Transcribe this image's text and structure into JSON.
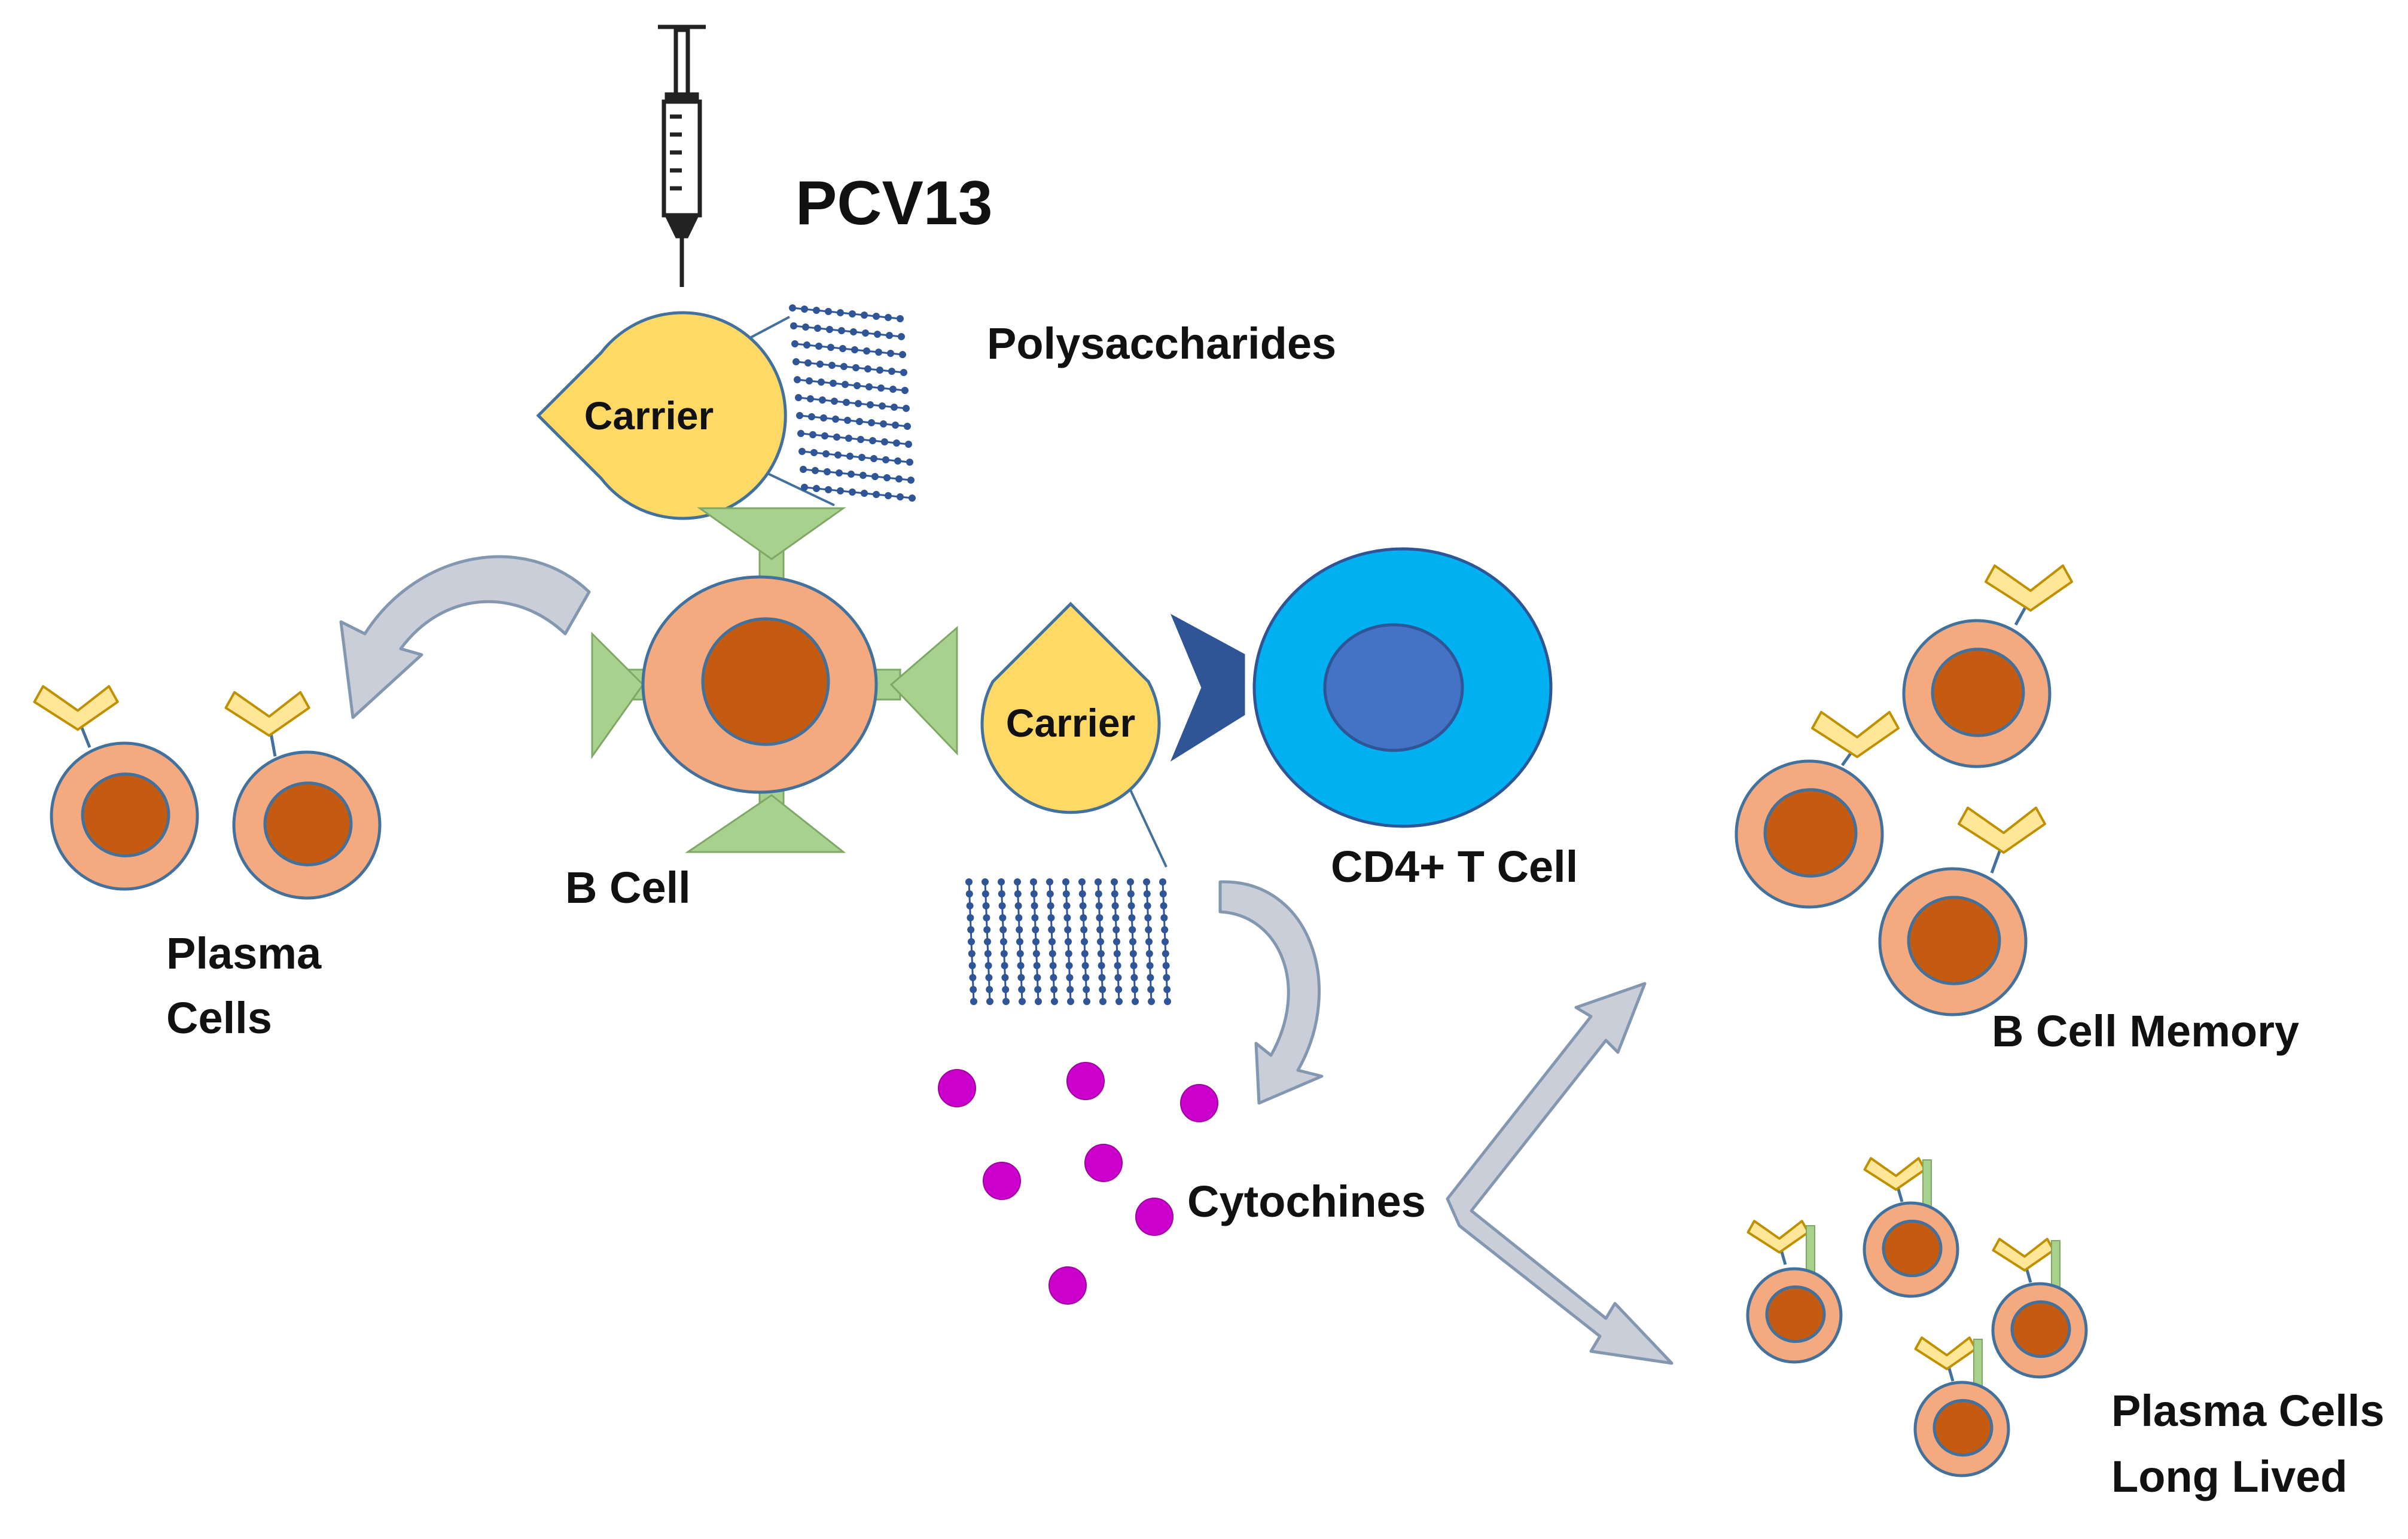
{
  "title": "PCV13",
  "labels": {
    "polysaccharides": "Polysaccharides",
    "carrier_top": "Carrier",
    "carrier_mid": "Carrier",
    "b_cell": "B Cell",
    "cd4_t_cell": "CD4+ T Cell",
    "plasma_cells_line1": "Plasma",
    "plasma_cells_line2": "Cells",
    "cytochines": "Cytochines",
    "b_cell_memory": "B Cell Memory",
    "plasma_long_line1": "Plasma Cells",
    "plasma_long_line2": "Long Lived"
  },
  "icons": {
    "syringe": "syringe-icon",
    "carrier": "carrier-shape",
    "polysaccharide_chains": "polysaccharide-chain-icon",
    "receptor": "receptor-icon"
  },
  "colors": {
    "cell_outer": "#F4A97E",
    "cell_nucleus": "#C55A11",
    "carrier": "#FFD966",
    "receptor": "#A9D18E",
    "antibody": "#FFE699",
    "t_cell_outer": "#00B0F0",
    "t_cell_nucleus": "#4472C4",
    "t_cell_receptor": "#2F5597",
    "cytokine": "#CC00CC",
    "arrow_fill": "#C9CED8",
    "arrow_stroke": "#8497B0",
    "chain": "#2F5597",
    "outline": "#41719C"
  }
}
